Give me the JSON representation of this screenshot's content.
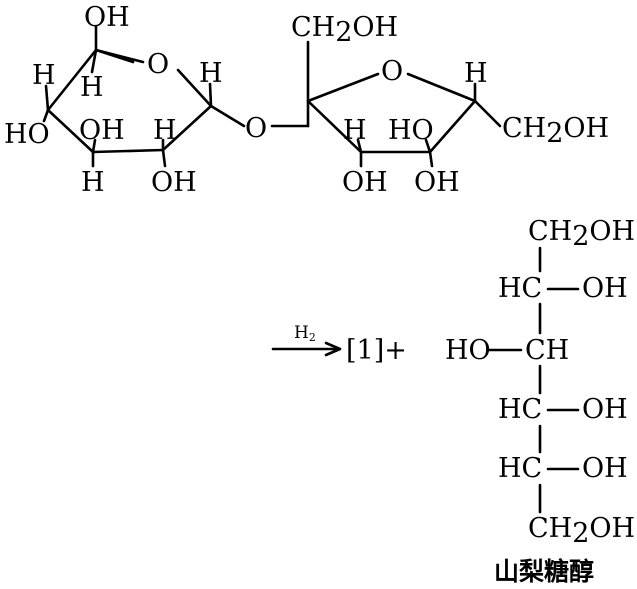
{
  "reactant": {
    "glucose_ring": {
      "top_oh": "OH",
      "ring_o": "O",
      "c5_h": "H",
      "c4_h_outer": "H",
      "c4_h_inner": "H",
      "c4_oh": "HO",
      "c3_oh": "OH",
      "c3_h": "H",
      "c2_h": "H",
      "c2_oh": "OH"
    },
    "bridge_o": "O",
    "fructose_ring": {
      "ch2oh_top": "CH2OH",
      "ring_o": "O",
      "right_h": "H",
      "ch2oh_right": "CH2OH",
      "c3_h": "H",
      "c3_oh": "OH",
      "c4_oh_upper": "HO",
      "c4_oh_lower": "OH"
    }
  },
  "reaction": {
    "reagent": "H2",
    "product_label": "[1]+"
  },
  "product": {
    "rows": [
      {
        "left": "",
        "center": "CH2OH",
        "right": ""
      },
      {
        "left": "HC",
        "center": "",
        "right": "OH"
      },
      {
        "left": "HO",
        "center": "CH",
        "right": ""
      },
      {
        "left": "HC",
        "center": "",
        "right": "OH"
      },
      {
        "left": "HC",
        "center": "",
        "right": "OH"
      },
      {
        "left": "",
        "center": "CH2OH",
        "right": ""
      }
    ],
    "name": "山梨糖醇"
  }
}
